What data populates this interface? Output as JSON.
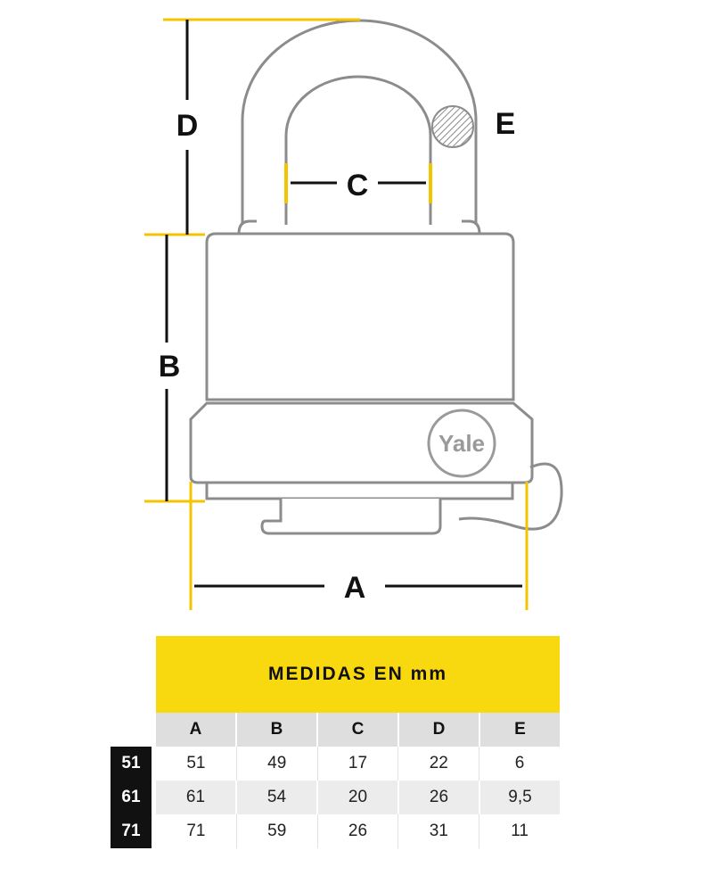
{
  "diagram": {
    "brand": "Yale",
    "dimension_labels": {
      "a": "A",
      "b": "B",
      "c": "C",
      "d": "D",
      "e": "E"
    }
  },
  "table": {
    "title": "MEDIDAS EN mm",
    "columns": [
      "A",
      "B",
      "C",
      "D",
      "E"
    ],
    "rows": [
      {
        "label": "51",
        "values": [
          "51",
          "49",
          "17",
          "22",
          "6"
        ]
      },
      {
        "label": "61",
        "values": [
          "61",
          "54",
          "20",
          "26",
          "9,5"
        ]
      },
      {
        "label": "71",
        "values": [
          "71",
          "59",
          "26",
          "31",
          "11"
        ]
      }
    ]
  },
  "colors": {
    "accent": "#f8d90f",
    "lock_outline": "#8c8c8c",
    "label_dark": "#111111"
  }
}
